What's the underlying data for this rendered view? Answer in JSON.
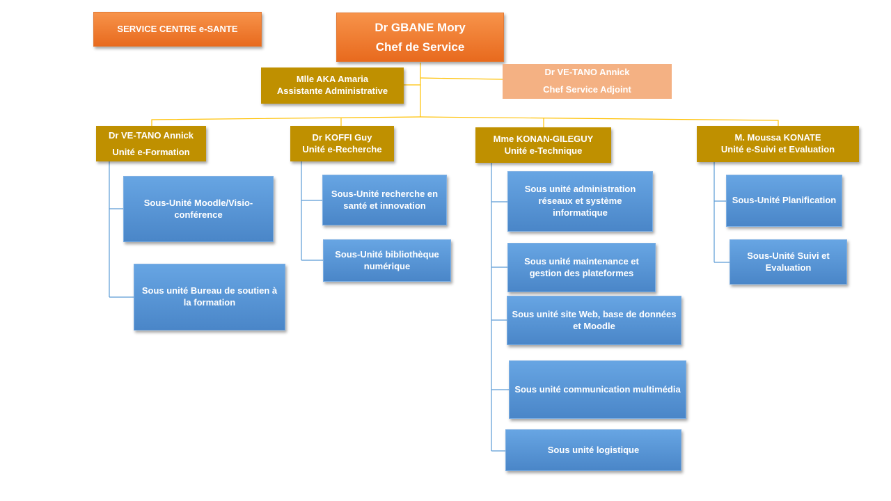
{
  "service": {
    "label": "SERVICE CENTRE e-SANTE"
  },
  "head": {
    "name": "Dr GBANE Mory",
    "title": "Chef de Service"
  },
  "assistant": {
    "name": "Mlle AKA Amaria",
    "title": "Assistante Administrative"
  },
  "deputy": {
    "name": "Dr VE-TANO  Annick",
    "title": "Chef Service Adjoint"
  },
  "units": [
    {
      "name": "Dr VE-TANO  Annick",
      "title": "Unité e-Formation"
    },
    {
      "name": "Dr KOFFI  Guy",
      "title": "Unité e-Recherche"
    },
    {
      "name": "Mme KONAN-GILEGUY",
      "title": "Unité e-Technique"
    },
    {
      "name": "M. Moussa KONATE",
      "title": "Unité e-Suivi et Evaluation"
    }
  ],
  "subunits": [
    "Sous-Unité Moodle/Visio-conférence",
    "Sous unité Bureau de soutien à la formation",
    "Sous-Unité recherche en santé et innovation",
    "Sous-Unité bibliothèque numérique",
    "Sous unité administration réseaux et système informatique",
    "Sous unité maintenance et gestion des plateformes",
    "Sous unité site Web, base de données et Moodle",
    "Sous unité communication multimédia",
    "Sous unité logistique",
    "Sous-Unité Planification",
    "Sous-Unité Suivi et Evaluation"
  ],
  "colors": {
    "orange": "#ed7d31",
    "peach": "#f4b183",
    "gold": "#bf9000",
    "blue": "#5b9bd5",
    "connector_gold": "#ffc000",
    "connector_blue": "#5b9bd5"
  }
}
